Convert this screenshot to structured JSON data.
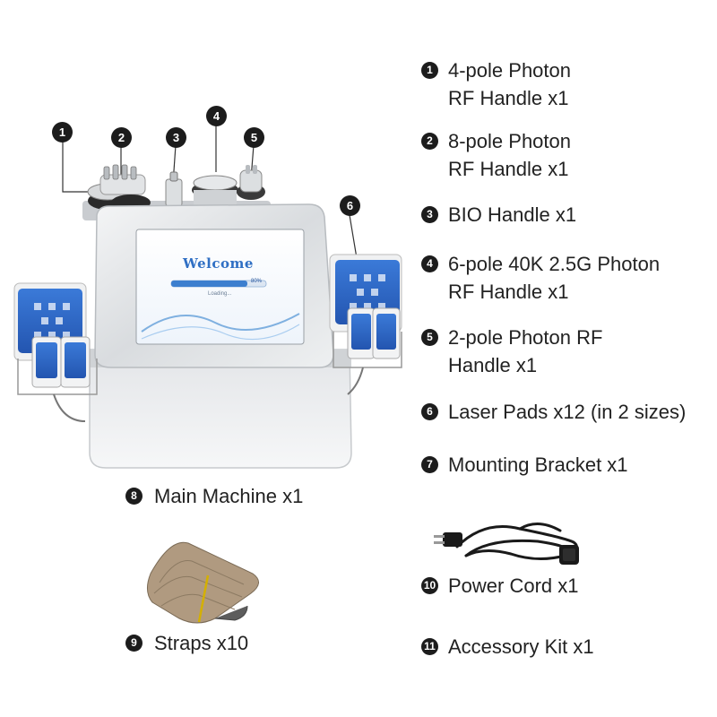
{
  "callouts": [
    "1",
    "2",
    "3",
    "4",
    "5",
    "6"
  ],
  "screen": {
    "welcome": "Welcome",
    "percent": "80%",
    "loading": "Loading..."
  },
  "items": [
    {
      "num": "1",
      "text": "4-pole Photon\nRF Handle x1"
    },
    {
      "num": "2",
      "text": "8-pole Photon\nRF Handle x1"
    },
    {
      "num": "3",
      "text": "BIO Handle x1"
    },
    {
      "num": "4",
      "text": "6-pole 40K 2.5G Photon\nRF Handle x1"
    },
    {
      "num": "5",
      "text": "2-pole Photon RF\nHandle x1"
    },
    {
      "num": "6",
      "text": "Laser Pads x12 (in 2 sizes)"
    },
    {
      "num": "7",
      "text": "Mounting Bracket x1"
    },
    {
      "num": "10",
      "text": "Power Cord x1"
    },
    {
      "num": "11",
      "text": "Accessory Kit x1"
    }
  ],
  "captions": [
    {
      "num": "8",
      "text": "Main Machine x1"
    },
    {
      "num": "9",
      "text": "Straps x10"
    }
  ],
  "colors": {
    "screen_blue": "#2f6fc4",
    "pad_blue": "#2b67c9",
    "strap_tan": "#b09a80",
    "cord": "#1a1a1a"
  }
}
